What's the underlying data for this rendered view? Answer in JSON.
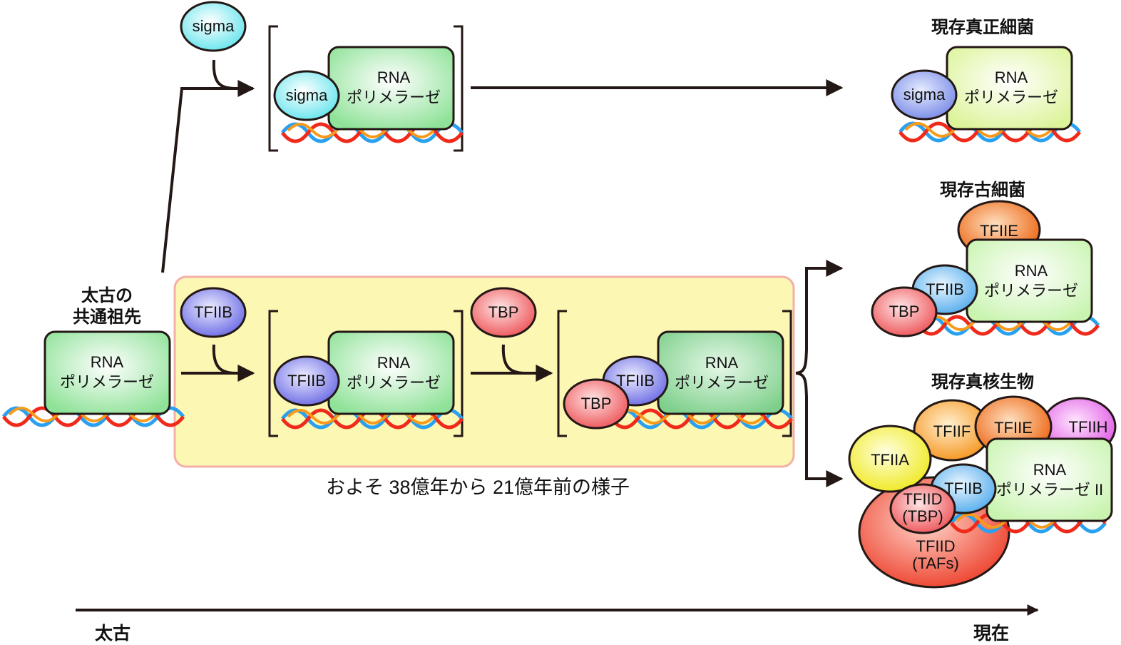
{
  "common_ancestor": {
    "line1": "太古の",
    "line2": "共通祖先"
  },
  "enzyme": {
    "line1": "RNA",
    "line2": "ポリメラーゼ",
    "line2_pol2": "ポリメラーゼ II"
  },
  "factors": {
    "sigma": "sigma",
    "tfiib": "TFIIB",
    "tbp": "TBP",
    "tfiie": "TFIIE",
    "tfiif": "TFIIF",
    "tfiih": "TFIIH",
    "tfiia": "TFIIA",
    "tfiid_tbp_1": "TFIID",
    "tfiid_tbp_2": "(TBP)",
    "tfiid_tafs_1": "TFIID",
    "tfiid_tafs_2": "(TAFs)"
  },
  "lineages": {
    "bacteria": "現存真正細菌",
    "archaea": "現存古細菌",
    "eukaryote": "現存真核生物"
  },
  "period_note": "およそ 38億年から 21億年前の様子",
  "timeline": {
    "start": "太古",
    "end": "現在"
  },
  "colors": {
    "polymerase_green": "#9be8a0",
    "polymerase_lime": "#e3f7a4",
    "highlight_box": "#fdf7b4",
    "highlight_border": "#f4b0a8",
    "sigma_cyan": "#8ff0f0",
    "tfiib_purple": "#8888ee",
    "tfiib_blue": "#80c0f0",
    "tbp_red": "#f07a7a",
    "tfiie_orange": "#f2842a",
    "tfiif_orange": "#f8a83c",
    "tfiih_magenta": "#ee77ee",
    "tfiia_yellow": "#f6f24a",
    "tfiid_red": "#f0604c",
    "dna_red": "#f02a1a",
    "dna_orange": "#f89a1a",
    "dna_blue": "#2aa0f0"
  }
}
